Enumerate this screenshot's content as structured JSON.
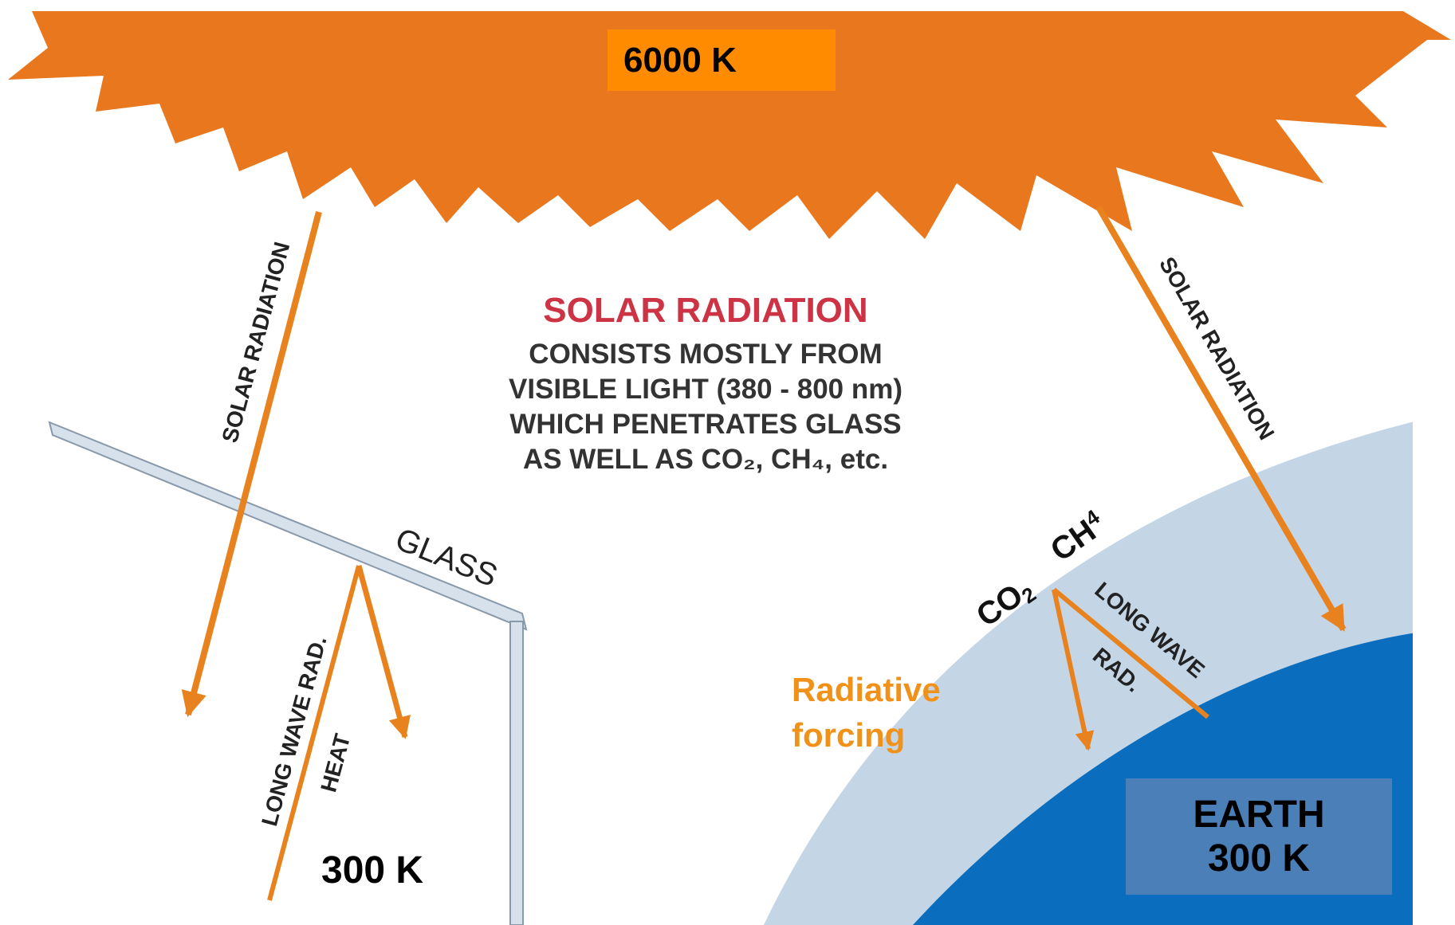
{
  "colors": {
    "sun": "#e8771e",
    "arrow": "#e8821e",
    "atmosphere": "#c4d6e6",
    "earth": "#0a6dbd",
    "glass": "#d6e1ec",
    "accent_red": "#cc3344",
    "forcing_orange": "#f0921a"
  },
  "sun": {
    "temperature": "6000 K"
  },
  "info": {
    "title": "SOLAR RADIATION",
    "lines": [
      "CONSISTS MOSTLY FROM",
      "VISIBLE LIGHT (380 - 800 nm)",
      "WHICH PENETRATES GLASS",
      "AS WELL AS CO₂, CH₄, etc."
    ]
  },
  "greenhouse": {
    "solar_label": "SOLAR RADIATION",
    "glass_label": "GLASS",
    "longwave_label": "LONG WAVE RAD.",
    "heat_label": "HEAT",
    "temperature": "300 K"
  },
  "earth": {
    "solar_label": "SOLAR RADIATION",
    "co2": "CO",
    "co2_sub": "2",
    "ch4": "CH",
    "ch4_sub": "4",
    "longwave_label": "LONG WAVE",
    "rad_label": "RAD.",
    "forcing_line1": "Radiative",
    "forcing_line2": "forcing",
    "name": "EARTH",
    "temperature": "300 K"
  }
}
